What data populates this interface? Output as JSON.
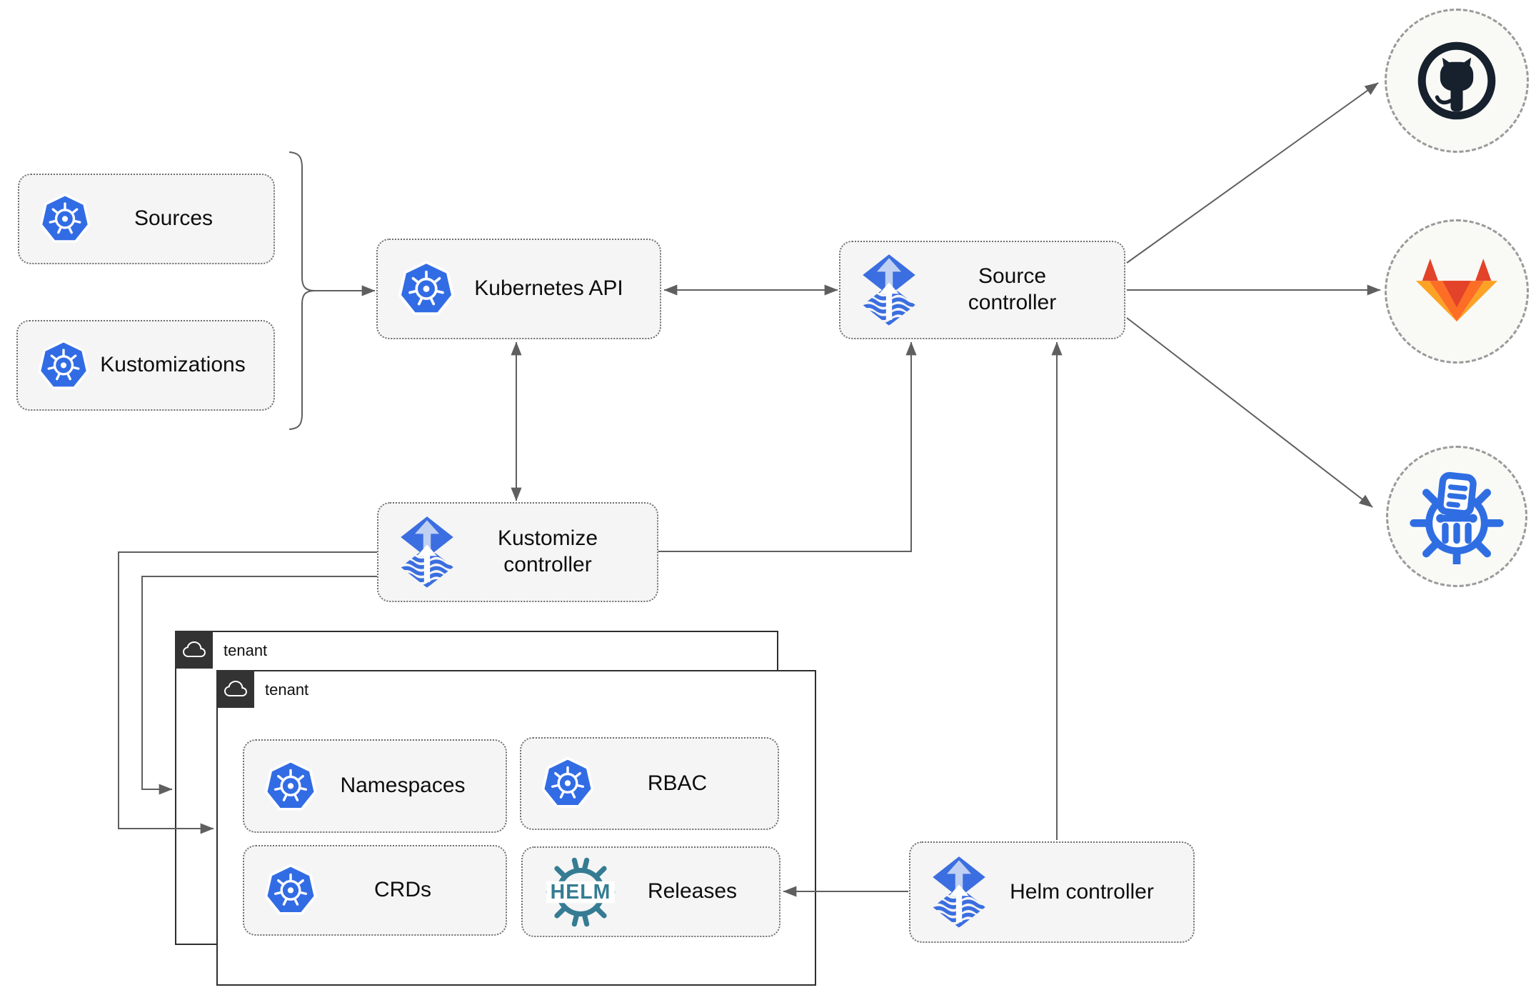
{
  "diagram": {
    "colors": {
      "line": "#5f5f5f",
      "node_fill": "#f5f5f5",
      "group_border": "#2e2e2e",
      "tab_background": "#333333",
      "kubernetes_blue": "#326ce5",
      "flux_blue": "#3b6ee0",
      "flux_light_arrow": "#bfd0f3",
      "helm_teal": "#357c93",
      "github_dark": "#16212d",
      "gitlab_red": "#e24329",
      "gitlab_orange": "#fc6d26",
      "gitlab_amber": "#fca326",
      "registry_blue": "#2f6ee2"
    },
    "nodes": {
      "sources": {
        "label": "Sources",
        "icon": "kubernetes"
      },
      "kustomizations": {
        "label": "Kustomizations",
        "icon": "kubernetes"
      },
      "kubernetes_api": {
        "label": "Kubernetes API",
        "icon": "kubernetes"
      },
      "source_controller": {
        "label": "Source controller",
        "icon": "flux"
      },
      "kustomize_controller": {
        "label": "Kustomize controller",
        "icon": "flux"
      },
      "helm_controller": {
        "label": "Helm controller",
        "icon": "flux"
      },
      "namespaces": {
        "label": "Namespaces",
        "icon": "kubernetes"
      },
      "rbac": {
        "label": "RBAC",
        "icon": "kubernetes"
      },
      "crds": {
        "label": "CRDs",
        "icon": "kubernetes"
      },
      "releases": {
        "label": "Releases",
        "icon": "helm",
        "icon_text": "HELM"
      }
    },
    "groups": {
      "tenant_back": {
        "label": "tenant",
        "icon": "cloud"
      },
      "tenant_front": {
        "label": "tenant",
        "icon": "cloud"
      }
    },
    "endpoints": {
      "github": {
        "icon": "github"
      },
      "gitlab": {
        "icon": "gitlab"
      },
      "registry": {
        "icon": "registry"
      }
    }
  }
}
